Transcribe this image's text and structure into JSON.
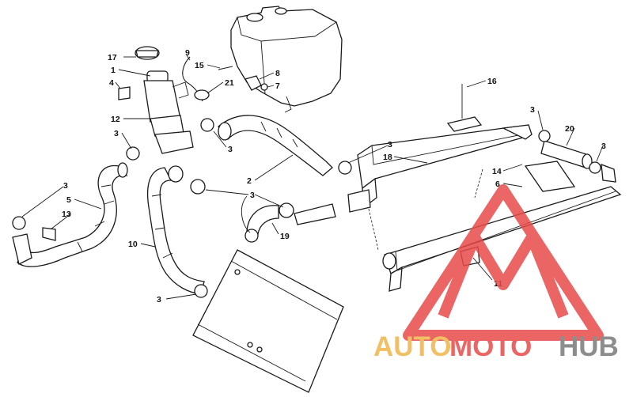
{
  "callouts": [
    {
      "id": "17",
      "text": "17"
    },
    {
      "id": "1",
      "text": "1"
    },
    {
      "id": "4",
      "text": "4"
    },
    {
      "id": "9",
      "text": "9"
    },
    {
      "id": "15",
      "text": "15"
    },
    {
      "id": "21",
      "text": "21"
    },
    {
      "id": "8",
      "text": "8"
    },
    {
      "id": "7",
      "text": "7"
    },
    {
      "id": "12",
      "text": "12"
    },
    {
      "id": "3a",
      "text": "3"
    },
    {
      "id": "3b",
      "text": "3"
    },
    {
      "id": "16",
      "text": "16"
    },
    {
      "id": "3c",
      "text": "3"
    },
    {
      "id": "20",
      "text": "20"
    },
    {
      "id": "3d",
      "text": "3"
    },
    {
      "id": "3e",
      "text": "3"
    },
    {
      "id": "18",
      "text": "18"
    },
    {
      "id": "14",
      "text": "14"
    },
    {
      "id": "6",
      "text": "6"
    },
    {
      "id": "2",
      "text": "2"
    },
    {
      "id": "3f",
      "text": "3"
    },
    {
      "id": "5",
      "text": "5"
    },
    {
      "id": "13",
      "text": "13"
    },
    {
      "id": "3g",
      "text": "3"
    },
    {
      "id": "19",
      "text": "19"
    },
    {
      "id": "10",
      "text": "10"
    },
    {
      "id": "11",
      "text": "11"
    },
    {
      "id": "3h",
      "text": "3"
    }
  ],
  "watermark": {
    "part1": "AUTO",
    "part2": "MOTO",
    "part3": "HUB",
    "color_orange": "#f0b64a",
    "color_red": "#e84b4b",
    "color_gray": "#7a7a7a"
  }
}
